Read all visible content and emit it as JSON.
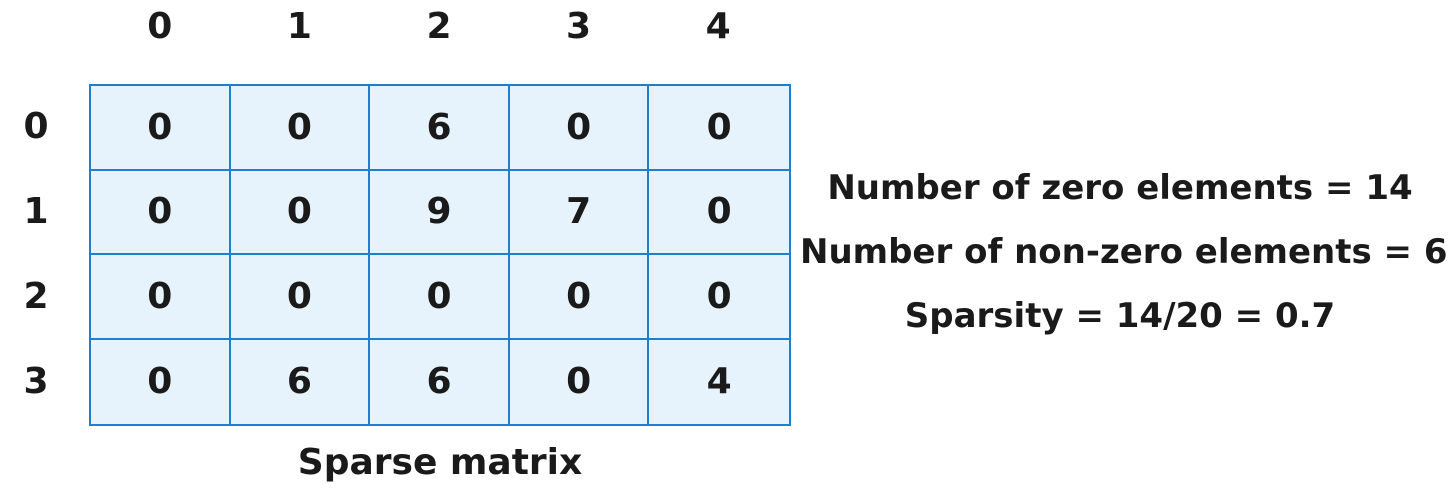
{
  "column_headers": [
    "0",
    "1",
    "2",
    "3",
    "4"
  ],
  "row_headers": [
    "0",
    "1",
    "2",
    "3"
  ],
  "matrix": [
    [
      "0",
      "0",
      "6",
      "0",
      "0"
    ],
    [
      "0",
      "0",
      "9",
      "7",
      "0"
    ],
    [
      "0",
      "0",
      "0",
      "0",
      "0"
    ],
    [
      "0",
      "6",
      "6",
      "0",
      "4"
    ]
  ],
  "caption": "Sparse matrix",
  "stats": {
    "zero_elements": "Number of zero elements = 14",
    "non_zero_elements": "Number of non-zero elements = 6",
    "sparsity": "Sparsity = 14/20 = 0.7"
  },
  "colors": {
    "grid_border": "#1f7fcf",
    "cell_fill": "#e6f3fc",
    "text": "#1a1a1a"
  }
}
